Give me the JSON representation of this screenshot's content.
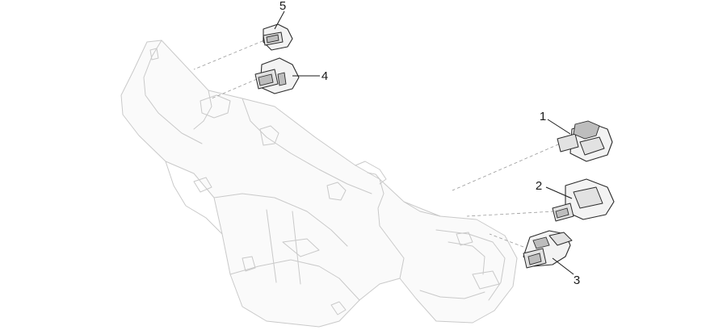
{
  "diagram": {
    "callouts": [
      {
        "id": "1",
        "label": "1"
      },
      {
        "id": "2",
        "label": "2"
      },
      {
        "id": "3",
        "label": "3"
      },
      {
        "id": "4",
        "label": "4"
      },
      {
        "id": "5",
        "label": "5"
      }
    ],
    "colors": {
      "housing_outline": "#c9c9c9",
      "part_outline": "#2b2b2b",
      "leader": "#1a1a1a"
    }
  }
}
